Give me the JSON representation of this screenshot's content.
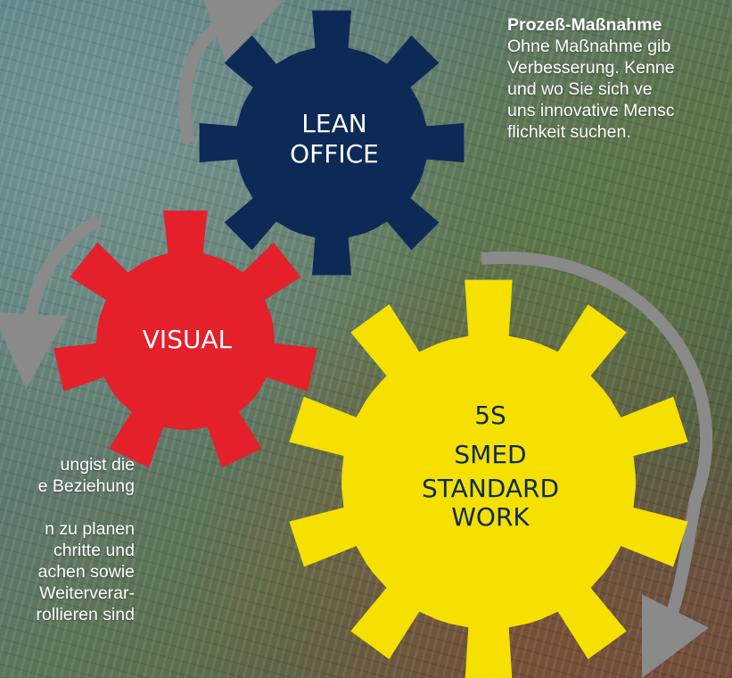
{
  "top_right_text": {
    "heading": "Prozeß-Maßnahme",
    "lines": [
      "Ohne Maßnahme gib",
      "Verbesserung. Kenne",
      "und  wo  Sie  sich  ve",
      "uns innovative Mensc",
      "flichkeit suchen."
    ]
  },
  "bottom_left_text": {
    "lines": [
      "ungist     die",
      "e Beziehung",
      "",
      "n  zu  planen",
      "chritte    und",
      "achen  sowie",
      "Weiterverar-",
      "rollieren sind"
    ]
  },
  "gears": {
    "lean_office": {
      "line1": "LEAN",
      "line2": "OFFICE",
      "color": "#0d2a57"
    },
    "visual": {
      "label": "VISUAL",
      "color": "#e4202a"
    },
    "standard": {
      "line1": "5S",
      "line2": "SMED",
      "line3": "STANDARD",
      "line4": "WORK",
      "color": "#f5e000"
    }
  },
  "arrow_color": "#8a8a8a"
}
